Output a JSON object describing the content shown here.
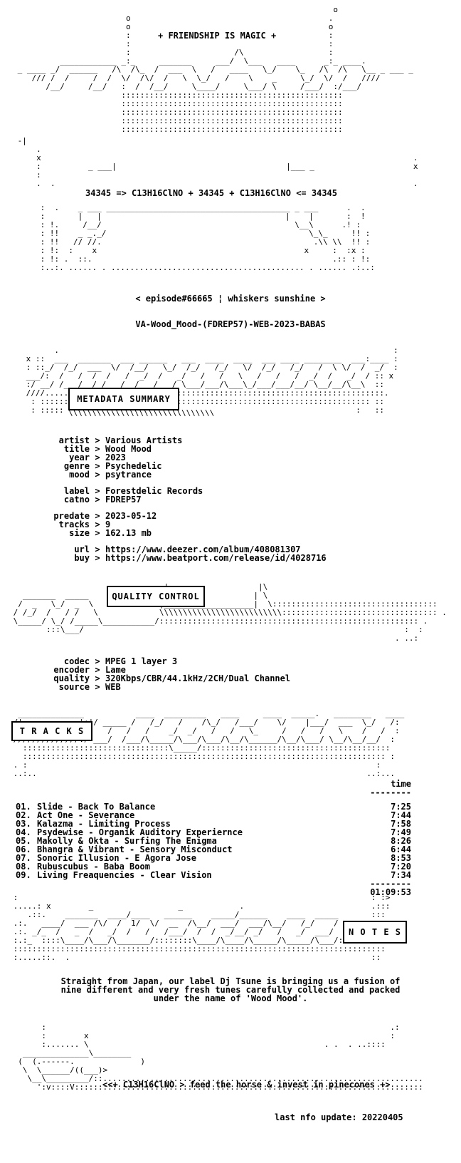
{
  "banner": {
    "tagline": "+ FRIENDSHIP IS MAGIC +",
    "formula": "34345 => C13H16ClNO + 34345 + C13H16ClNO <= 34345"
  },
  "episode": "< episode#66665 ¦ whiskers sunshine >",
  "release_name": "VA-Wood_Mood-(FDREP57)-WEB-2023-BABAS",
  "sections": {
    "metadata": "METADATA SUMMARY",
    "quality": "QUALITY CONTROL",
    "tracks": "T R A C K S",
    "notes": "N O T E S"
  },
  "metadata": {
    "artist": "Various Artists",
    "title": "Wood Mood",
    "year": "2023",
    "genre": "Psychedelic",
    "mood": "psytrance",
    "label": "Forestdelic Records",
    "catno": "FDREP57",
    "predate": "2023-05-12",
    "tracks": "9",
    "size": "162.13 mb",
    "url": "https://www.deezer.com/album/408081307",
    "buy": "https://www.beatport.com/release/id/4028716"
  },
  "metadata_keys": {
    "artist": "artist",
    "title": "title",
    "year": "year",
    "genre": "genre",
    "mood": "mood",
    "label": "label",
    "catno": "catno",
    "predate": "predate",
    "tracks": "tracks",
    "size": "size",
    "url": "url",
    "buy": "buy",
    "sep": ">"
  },
  "quality": {
    "codec_key": "codec",
    "codec": "MPEG 1 layer 3",
    "encoder_key": "encoder",
    "encoder": "Lame",
    "quality_key": "quality",
    "quality": "320Kbps/CBR/44.1kHz/2CH/Dual Channel",
    "source_key": "source",
    "source": "WEB"
  },
  "tracklist": {
    "time_header": "time",
    "items": [
      {
        "n": "01.",
        "title": "Slide - Back To Balance",
        "time": "7:25"
      },
      {
        "n": "02.",
        "title": "Act One - Severance",
        "time": "7:44"
      },
      {
        "n": "03.",
        "title": "Kalazma - Limiting Process",
        "time": "7:58"
      },
      {
        "n": "04.",
        "title": "Psydewise - Organik Auditory Experiernce",
        "time": "7:49"
      },
      {
        "n": "05.",
        "title": "Makolly & Okta - Surfing The Enigma",
        "time": "8:26"
      },
      {
        "n": "06.",
        "title": "Bhangra & Vibrant - Sensory Misconduct",
        "time": "6:44"
      },
      {
        "n": "07.",
        "title": "Sonoric Illusion - E Agora Jose",
        "time": "8:53"
      },
      {
        "n": "08.",
        "title": "Rubuscubus - Baba Boom",
        "time": "7:20"
      },
      {
        "n": "09.",
        "title": "Living Freaquencies - Clear Vision",
        "time": "7:34"
      }
    ],
    "total": "01:09:53"
  },
  "notes": {
    "line1": "Straight from Japan, our label Dj Tsune is bringing us a fusion of",
    "line2": "nine different and very fresh tunes carefully collected and packed",
    "line3": "under the name of 'Wood Mood'."
  },
  "footer": {
    "slogan": "<<+ C13H16ClNO > feed the horse & invest in pinecones +>",
    "update": "last nfo update: 20220405"
  },
  "icons": {
    "scene-art": "ascii-castle-art",
    "divider-art": "ascii-pattern-art"
  }
}
